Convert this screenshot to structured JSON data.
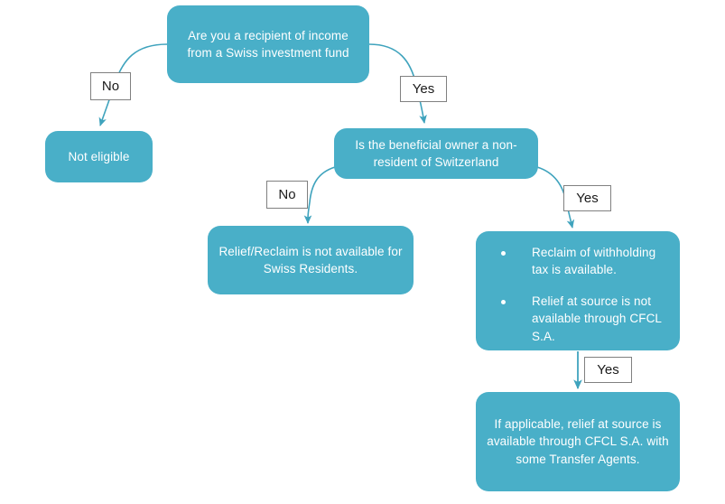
{
  "diagram": {
    "title": "Swiss investment fund withholding tax relief decision flow",
    "background": "#ffffff",
    "node_fill": "#49AFC8",
    "node_text_color": "#ffffff",
    "edge_color": "#3fa3bd",
    "label_border_color": "#808080",
    "label_text_color": "#1a1a1a"
  },
  "nodes": {
    "question_fund": {
      "text": "Are you a recipient of income from a Swiss investment fund"
    },
    "not_eligible": {
      "text": "Not eligible"
    },
    "question_beneficial_owner": {
      "text": "Is the beneficial owner a non-resident of Switzerland"
    },
    "swiss_residents": {
      "text": "Relief/Reclaim is not available for Swiss Residents."
    },
    "reclaim_options": {
      "bullets": [
        "Reclaim of withholding tax is available.",
        "Relief at source is not available through CFCL S.A."
      ]
    },
    "relief_at_source": {
      "text": "If applicable, relief at source is available through CFCL S.A. with some Transfer Agents."
    }
  },
  "edge_labels": {
    "fund_no": "No",
    "fund_yes": "Yes",
    "owner_no": "No",
    "owner_yes": "Yes",
    "reclaim_yes": "Yes"
  }
}
